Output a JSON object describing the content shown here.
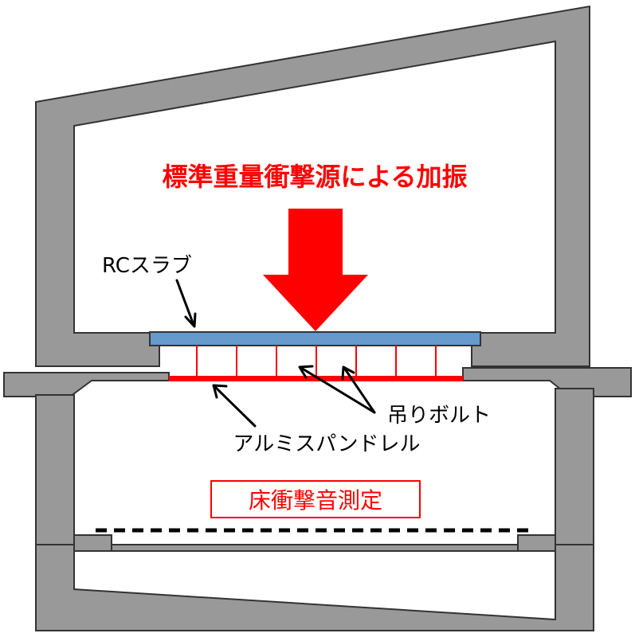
{
  "labels": {
    "excitation": "標準重量衝撃源による加振",
    "rc_slab": "RCスラブ",
    "hanging_bolt": "吊りボルト",
    "aluminum_panel": "アルミスパンドレル",
    "measurement": "床衝撃音測定"
  },
  "colors": {
    "concrete": "#999999",
    "outline": "#333333",
    "slab": "#6699cc",
    "accent": "#ff0000",
    "text": "#000000"
  },
  "bolt_count": 7
}
